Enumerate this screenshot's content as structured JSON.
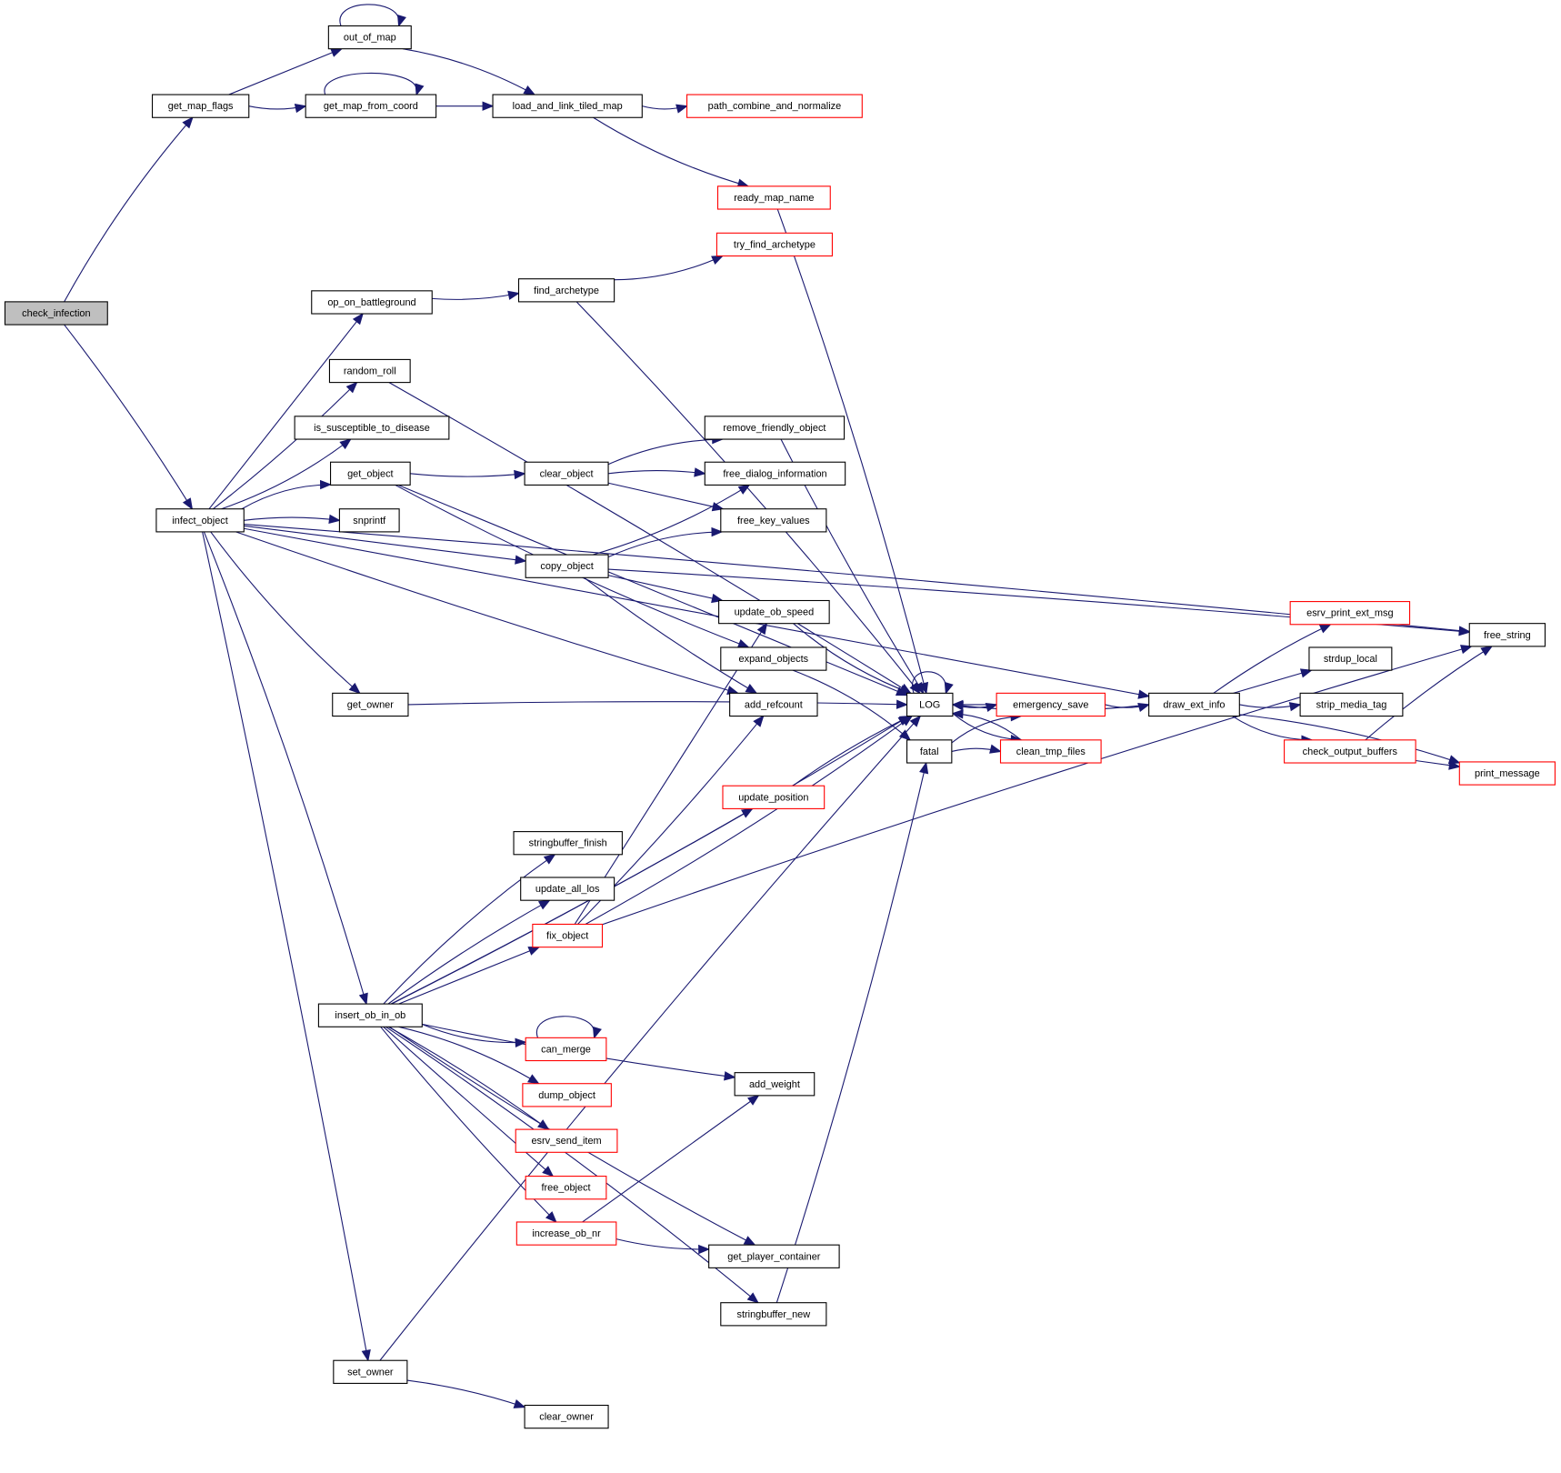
{
  "graph": {
    "title": "check_infection call graph",
    "colors": {
      "edge": "#191970",
      "root_fill": "#bfbfbf",
      "node_border": "#000000",
      "external_node_border": "#ff0000"
    },
    "nodes": [
      {
        "id": "check_infection",
        "label": "check_infection",
        "kind": "root"
      },
      {
        "id": "get_map_flags",
        "label": "get_map_flags",
        "kind": "normal"
      },
      {
        "id": "out_of_map",
        "label": "out_of_map",
        "kind": "normal"
      },
      {
        "id": "get_map_from_coord",
        "label": "get_map_from_coord",
        "kind": "normal"
      },
      {
        "id": "load_and_link_tiled_map",
        "label": "load_and_link_tiled_map",
        "kind": "normal"
      },
      {
        "id": "path_combine_and_normalize",
        "label": "path_combine_and_normalize",
        "kind": "external"
      },
      {
        "id": "ready_map_name",
        "label": "ready_map_name",
        "kind": "external"
      },
      {
        "id": "try_find_archetype",
        "label": "try_find_archetype",
        "kind": "external"
      },
      {
        "id": "find_archetype",
        "label": "find_archetype",
        "kind": "normal"
      },
      {
        "id": "op_on_battleground",
        "label": "op_on_battleground",
        "kind": "normal"
      },
      {
        "id": "random_roll",
        "label": "random_roll",
        "kind": "normal"
      },
      {
        "id": "is_susceptible_to_disease",
        "label": "is_susceptible_to_disease",
        "kind": "normal"
      },
      {
        "id": "remove_friendly_object",
        "label": "remove_friendly_object",
        "kind": "normal"
      },
      {
        "id": "get_object",
        "label": "get_object",
        "kind": "normal"
      },
      {
        "id": "clear_object",
        "label": "clear_object",
        "kind": "normal"
      },
      {
        "id": "free_dialog_information",
        "label": "free_dialog_information",
        "kind": "normal"
      },
      {
        "id": "infect_object",
        "label": "infect_object",
        "kind": "normal"
      },
      {
        "id": "snprintf",
        "label": "snprintf",
        "kind": "normal"
      },
      {
        "id": "free_key_values",
        "label": "free_key_values",
        "kind": "normal"
      },
      {
        "id": "copy_object",
        "label": "copy_object",
        "kind": "normal"
      },
      {
        "id": "update_ob_speed",
        "label": "update_ob_speed",
        "kind": "normal"
      },
      {
        "id": "expand_objects",
        "label": "expand_objects",
        "kind": "normal"
      },
      {
        "id": "get_owner",
        "label": "get_owner",
        "kind": "normal"
      },
      {
        "id": "add_refcount",
        "label": "add_refcount",
        "kind": "normal"
      },
      {
        "id": "LOG",
        "label": "LOG",
        "kind": "normal"
      },
      {
        "id": "fatal",
        "label": "fatal",
        "kind": "normal"
      },
      {
        "id": "emergency_save",
        "label": "emergency_save",
        "kind": "external"
      },
      {
        "id": "clean_tmp_files",
        "label": "clean_tmp_files",
        "kind": "external"
      },
      {
        "id": "draw_ext_info",
        "label": "draw_ext_info",
        "kind": "normal"
      },
      {
        "id": "esrv_print_ext_msg",
        "label": "esrv_print_ext_msg",
        "kind": "external"
      },
      {
        "id": "strdup_local",
        "label": "strdup_local",
        "kind": "normal"
      },
      {
        "id": "strip_media_tag",
        "label": "strip_media_tag",
        "kind": "normal"
      },
      {
        "id": "check_output_buffers",
        "label": "check_output_buffers",
        "kind": "external"
      },
      {
        "id": "free_string",
        "label": "free_string",
        "kind": "normal"
      },
      {
        "id": "print_message",
        "label": "print_message",
        "kind": "external"
      },
      {
        "id": "update_position",
        "label": "update_position",
        "kind": "external"
      },
      {
        "id": "stringbuffer_finish",
        "label": "stringbuffer_finish",
        "kind": "normal"
      },
      {
        "id": "update_all_los",
        "label": "update_all_los",
        "kind": "normal"
      },
      {
        "id": "fix_object",
        "label": "fix_object",
        "kind": "external"
      },
      {
        "id": "insert_ob_in_ob",
        "label": "insert_ob_in_ob",
        "kind": "normal"
      },
      {
        "id": "can_merge",
        "label": "can_merge",
        "kind": "external"
      },
      {
        "id": "add_weight",
        "label": "add_weight",
        "kind": "normal"
      },
      {
        "id": "dump_object",
        "label": "dump_object",
        "kind": "external"
      },
      {
        "id": "esrv_send_item",
        "label": "esrv_send_item",
        "kind": "external"
      },
      {
        "id": "free_object",
        "label": "free_object",
        "kind": "external"
      },
      {
        "id": "increase_ob_nr",
        "label": "increase_ob_nr",
        "kind": "external"
      },
      {
        "id": "get_player_container",
        "label": "get_player_container",
        "kind": "normal"
      },
      {
        "id": "stringbuffer_new",
        "label": "stringbuffer_new",
        "kind": "normal"
      },
      {
        "id": "set_owner",
        "label": "set_owner",
        "kind": "normal"
      },
      {
        "id": "clear_owner",
        "label": "clear_owner",
        "kind": "normal"
      }
    ],
    "edges": [
      [
        "check_infection",
        "get_map_flags"
      ],
      [
        "check_infection",
        "infect_object"
      ],
      [
        "get_map_flags",
        "out_of_map"
      ],
      [
        "get_map_flags",
        "get_map_from_coord"
      ],
      [
        "out_of_map",
        "out_of_map"
      ],
      [
        "out_of_map",
        "load_and_link_tiled_map"
      ],
      [
        "get_map_from_coord",
        "get_map_from_coord"
      ],
      [
        "get_map_from_coord",
        "load_and_link_tiled_map"
      ],
      [
        "load_and_link_tiled_map",
        "path_combine_and_normalize"
      ],
      [
        "load_and_link_tiled_map",
        "ready_map_name"
      ],
      [
        "ready_map_name",
        "LOG"
      ],
      [
        "infect_object",
        "free_string"
      ],
      [
        "infect_object",
        "op_on_battleground"
      ],
      [
        "infect_object",
        "random_roll"
      ],
      [
        "infect_object",
        "is_susceptible_to_disease"
      ],
      [
        "infect_object",
        "get_object"
      ],
      [
        "infect_object",
        "snprintf"
      ],
      [
        "infect_object",
        "copy_object"
      ],
      [
        "infect_object",
        "add_refcount"
      ],
      [
        "infect_object",
        "get_owner"
      ],
      [
        "infect_object",
        "insert_ob_in_ob"
      ],
      [
        "infect_object",
        "set_owner"
      ],
      [
        "infect_object",
        "draw_ext_info"
      ],
      [
        "op_on_battleground",
        "find_archetype"
      ],
      [
        "find_archetype",
        "try_find_archetype"
      ],
      [
        "find_archetype",
        "LOG"
      ],
      [
        "random_roll",
        "LOG"
      ],
      [
        "get_object",
        "LOG"
      ],
      [
        "get_object",
        "clear_object"
      ],
      [
        "get_object",
        "expand_objects"
      ],
      [
        "clear_object",
        "remove_friendly_object"
      ],
      [
        "clear_object",
        "free_dialog_information"
      ],
      [
        "clear_object",
        "free_key_values"
      ],
      [
        "remove_friendly_object",
        "LOG"
      ],
      [
        "copy_object",
        "free_dialog_information"
      ],
      [
        "copy_object",
        "free_key_values"
      ],
      [
        "copy_object",
        "free_string"
      ],
      [
        "copy_object",
        "update_ob_speed"
      ],
      [
        "copy_object",
        "add_refcount"
      ],
      [
        "update_ob_speed",
        "LOG"
      ],
      [
        "expand_objects",
        "fatal"
      ],
      [
        "get_owner",
        "LOG"
      ],
      [
        "LOG",
        "LOG"
      ],
      [
        "LOG",
        "emergency_save"
      ],
      [
        "LOG",
        "clean_tmp_files"
      ],
      [
        "fatal",
        "emergency_save"
      ],
      [
        "fatal",
        "clean_tmp_files"
      ],
      [
        "emergency_save",
        "LOG"
      ],
      [
        "emergency_save",
        "draw_ext_info"
      ],
      [
        "clean_tmp_files",
        "LOG"
      ],
      [
        "draw_ext_info",
        "LOG"
      ],
      [
        "draw_ext_info",
        "esrv_print_ext_msg"
      ],
      [
        "draw_ext_info",
        "strdup_local"
      ],
      [
        "draw_ext_info",
        "strip_media_tag"
      ],
      [
        "draw_ext_info",
        "check_output_buffers"
      ],
      [
        "draw_ext_info",
        "print_message"
      ],
      [
        "check_output_buffers",
        "free_string"
      ],
      [
        "check_output_buffers",
        "print_message"
      ],
      [
        "insert_ob_in_ob",
        "update_position"
      ],
      [
        "insert_ob_in_ob",
        "LOG"
      ],
      [
        "insert_ob_in_ob",
        "stringbuffer_finish"
      ],
      [
        "insert_ob_in_ob",
        "update_all_los"
      ],
      [
        "insert_ob_in_ob",
        "fix_object"
      ],
      [
        "insert_ob_in_ob",
        "add_weight"
      ],
      [
        "insert_ob_in_ob",
        "can_merge"
      ],
      [
        "insert_ob_in_ob",
        "dump_object"
      ],
      [
        "insert_ob_in_ob",
        "esrv_send_item"
      ],
      [
        "insert_ob_in_ob",
        "free_object"
      ],
      [
        "insert_ob_in_ob",
        "increase_ob_nr"
      ],
      [
        "insert_ob_in_ob",
        "get_player_container"
      ],
      [
        "insert_ob_in_ob",
        "stringbuffer_new"
      ],
      [
        "update_position",
        "LOG"
      ],
      [
        "fix_object",
        "update_ob_speed"
      ],
      [
        "fix_object",
        "add_refcount"
      ],
      [
        "fix_object",
        "LOG"
      ],
      [
        "fix_object",
        "free_string"
      ],
      [
        "can_merge",
        "can_merge"
      ],
      [
        "increase_ob_nr",
        "add_weight"
      ],
      [
        "increase_ob_nr",
        "get_player_container"
      ],
      [
        "stringbuffer_new",
        "fatal"
      ],
      [
        "set_owner",
        "LOG"
      ],
      [
        "set_owner",
        "clear_owner"
      ]
    ]
  }
}
